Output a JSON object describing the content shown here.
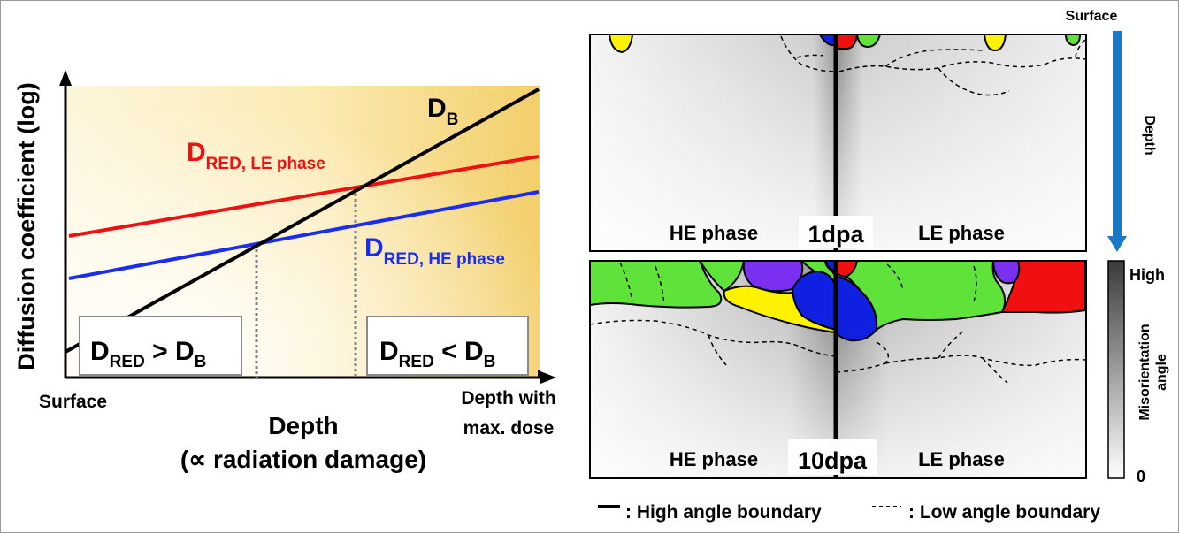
{
  "left_chart": {
    "ylabel": "Diffusion coefficient (log)",
    "xlabel_line1": "Depth",
    "xlabel_line2": "(∝ radiation damage)",
    "x_start_label": "Surface",
    "x_end_label_line1": "Depth with",
    "x_end_label_line2": "max. dose",
    "line_db": {
      "main": "D",
      "sub": "B",
      "color": "#000000"
    },
    "line_red_le": {
      "main": "D",
      "sub": "RED, LE phase",
      "color": "#ee1111"
    },
    "line_red_he": {
      "main": "D",
      "sub": "RED, HE phase",
      "color": "#1a2cf0"
    },
    "box_left": {
      "a": "D",
      "a_sub": "RED",
      "op": " > ",
      "b": "D",
      "b_sub": "B"
    },
    "box_right": {
      "a": "D",
      "a_sub": "RED",
      "op": " < ",
      "b": "D",
      "b_sub": "B"
    }
  },
  "right_panels": {
    "surface_label": "Surface",
    "depth_label": "Depth",
    "top_panel": {
      "dose": "1dpa",
      "left_phase": "HE phase",
      "right_phase": "LE phase"
    },
    "bottom_panel": {
      "dose": "10dpa",
      "left_phase": "HE phase",
      "right_phase": "LE phase"
    },
    "colorbar": {
      "high": "High",
      "low": "0",
      "title_line1": "Misorientation",
      "title_line2": "angle"
    },
    "legend": {
      "solid": ": High angle boundary",
      "dashed": ": Low angle boundary"
    }
  },
  "colors": {
    "arrow_blue": "#1b78c8",
    "grain_green": "#5fe23a",
    "grain_yellow": "#fff200",
    "grain_blue": "#1020e0",
    "grain_purple": "#7b2ff0",
    "grain_red": "#f01010"
  }
}
